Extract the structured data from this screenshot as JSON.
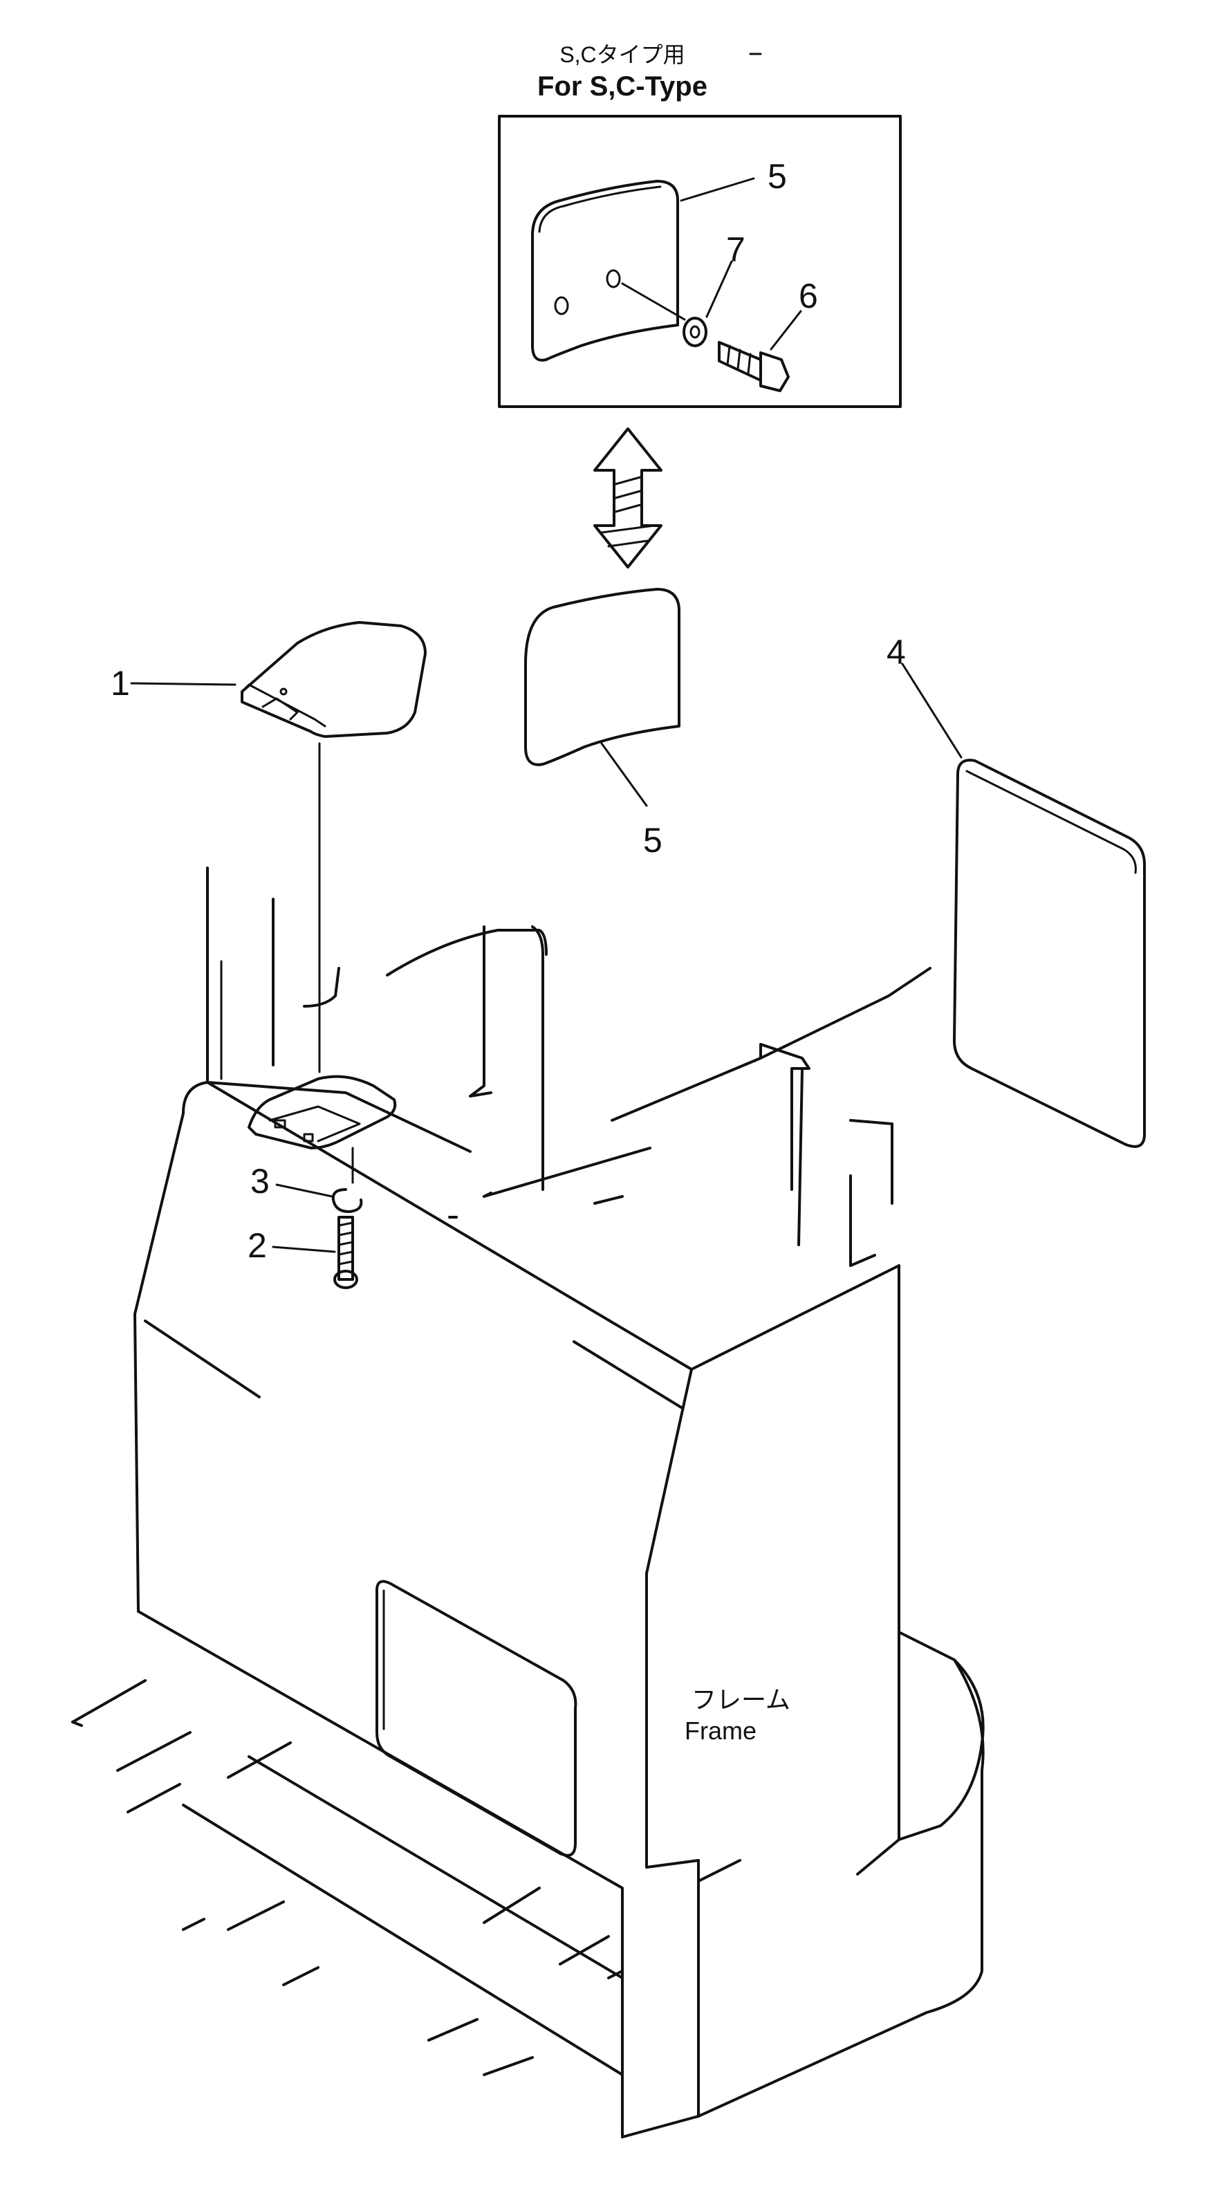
{
  "inset": {
    "caption_jp": "S,Cタイプ用",
    "caption_en": "For S,C-Type"
  },
  "frame_label": {
    "jp": "フレーム",
    "en": "Frame"
  },
  "callouts": {
    "c1": "1",
    "c2": "2",
    "c3": "3",
    "c4": "4",
    "c5_inset": "5",
    "c5_main": "5",
    "c6": "6",
    "c7": "7"
  }
}
